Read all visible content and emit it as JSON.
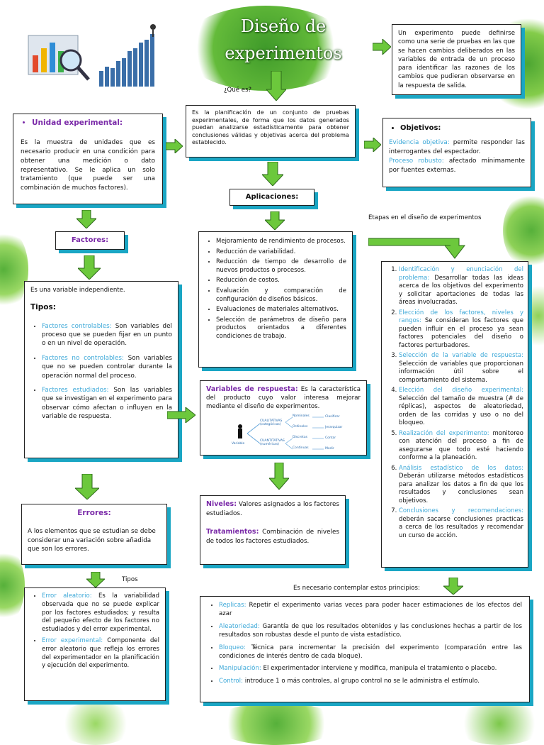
{
  "title": {
    "line1": "Diseño de",
    "line2": "experimentos"
  },
  "que_es_label": "¿Qué es?",
  "definition": "Es la planificación de un conjunto de pruebas experimentales, de forma que los datos generados puedan analizarse estadísticamente para obtener conclusiones válidas y objetivas acerca del problema establecido.",
  "top_right": "Un experimento puede definirse como una serie de pruebas en las que se hacen cambios deliberados en las variables de entrada de un proceso para identificar las razones de los cambios que pudieran observarse en la respuesta de salida.",
  "unidad": {
    "heading": "Unidad experimental:",
    "text": "Es la muestra de unidades que es necesario producir en una condición para obtener una medición o dato representativo. Se le aplica un solo tratamiento (que puede ser una combinación de muchos factores)."
  },
  "objetivos": {
    "heading": "Objetivos:",
    "items": [
      {
        "term": "Evidencia objetiva:",
        "text": " permite responder las interrogantes del espectador."
      },
      {
        "term": "Proceso robusto:",
        "text": " afectado mínimamente por fuentes externas."
      }
    ]
  },
  "aplicaciones": {
    "heading": "Aplicaciones:",
    "items": [
      "Mejoramiento de rendimiento de procesos.",
      "Reducción de variabilidad.",
      "Reducción de tiempo de desarrollo de nuevos productos o procesos.",
      "Reducción de costos.",
      "Evaluación y comparación de configuración de diseños básicos.",
      "Evaluaciones de materiales alternativos.",
      "Selección de parámetros de diseño para productos orientados a diferentes condiciones de trabajo."
    ]
  },
  "factores": {
    "heading": "Factores:",
    "intro": "Es una variable independiente.",
    "tipos_label": "Tipos:",
    "items": [
      {
        "term": "Factores controlables:",
        "text": " Son variables del proceso que se pueden fijar en un punto o en un nivel de operación."
      },
      {
        "term": "Factores no controlables:",
        "text": " Son variables que no se pueden controlar durante la operación normal del proceso."
      },
      {
        "term": "Factores estudiados:",
        "text": " Son las variables que se investigan en el experimento para observar cómo afectan o influyen en la variable de respuesta."
      }
    ]
  },
  "variables": {
    "heading": "Variables de respuesta:",
    "text": " Es la característica del producto cuyo valor interesa mejorar mediante el diseño de experimentos.",
    "diagram": {
      "root": "Variable",
      "cualitativas": "CUALITATIVAS (categóricas)",
      "cuantitativas": "CUANTITATIVAS (numéricas)",
      "nominales": "Nominales",
      "ordinales": "Ordinales",
      "discretas": "Discretas",
      "continuas": "Continuas",
      "clasificar": "Clasificar",
      "jerarquizar": "Jerarquizar",
      "contar": "Contar",
      "medir": "Medir"
    }
  },
  "niveles": {
    "term": "Niveles:",
    "text": " Valores asignados a los factores estudiados.",
    "term2": "Tratamientos:",
    "text2": " Combinación de niveles de todos los factores estudiados."
  },
  "etapas": {
    "label": "Etapas en el diseño de experimentos",
    "items": [
      {
        "term": "Identificación y enunciación del problema:",
        "text": " Desarrollar todas las ideas acerca de los objetivos del experimento y solicitar aportaciones de todas las áreas involucradas."
      },
      {
        "term": "Elección de los factores, niveles y rangos:",
        "text": " Se consideran los factores que pueden influir en el proceso ya sean factores potenciales del diseño o factores perturbadores."
      },
      {
        "term": "Selección de la variable de respuesta:",
        "text": " Selección de variables que proporcionan información útil sobre el comportamiento del sistema."
      },
      {
        "term": "Elección del diseño experimental:",
        "text": " Selección del tamaño de muestra (# de réplicas), aspectos de aleatoriedad, orden de las corridas y uso o no del bloqueo."
      },
      {
        "term": "Realización del experimento:",
        "text": " monitoreo con atención del proceso a fin de asegurarse que todo esté haciendo conforme a la planeación."
      },
      {
        "term": "Análisis estadístico de los datos:",
        "text": " Deberán utilizarse métodos estadísticos para analizar los datos a fin de que los resultados y conclusiones sean objetivos."
      },
      {
        "term": "Conclusiones y recomendaciones:",
        "text": " deberán sacarse conclusiones practicas a cerca de los resultados y recomendar un curso de acción."
      }
    ]
  },
  "errores": {
    "heading": "Errores:",
    "text": "A los elementos que se estudian se debe considerar una variación sobre añadida que son los errores.",
    "tipos_label": "Tipos",
    "items": [
      {
        "term": "Error aleatorio:",
        "text": " Es la variabilidad observada que no se puede explicar por los factores estudiados; y resulta del pequeño efecto de los factores no estudiados y del error experimental."
      },
      {
        "term": "Error experimental:",
        "text": " Componente del error aleatorio que refleja los errores del experimentador en la planificación y ejecución del experimento."
      }
    ]
  },
  "principios": {
    "label": "Es necesario contemplar estos principios:",
    "items": [
      {
        "term": "Replicas:",
        "text": " Repetir el experimento varias veces para poder hacer estimaciones de los efectos del azar"
      },
      {
        "term": "Aleatoriedad:",
        "text": " Garantía de que los resultados obtenidos y las conclusiones hechas a partir de los resultados son robustas desde el punto de vista estadístico."
      },
      {
        "term": "Bloqueo:",
        "text": " Técnica para incrementar la precisión del experimento (comparación entre las condiciones de interés dentro de cada bloque)."
      },
      {
        "term": "Manipulación:",
        "text": " El experimentador interviene y modifica, manipula el tratamiento o placebo."
      },
      {
        "term": "Control:",
        "text": " introduce 1 o más controles, al grupo control no se le administra el estímulo."
      }
    ]
  },
  "colors": {
    "accent_purple": "#7a2aa8",
    "accent_blue": "#3ca8d8",
    "shadow": "#1aa6c4",
    "arrow_green": "#6cc83c"
  }
}
